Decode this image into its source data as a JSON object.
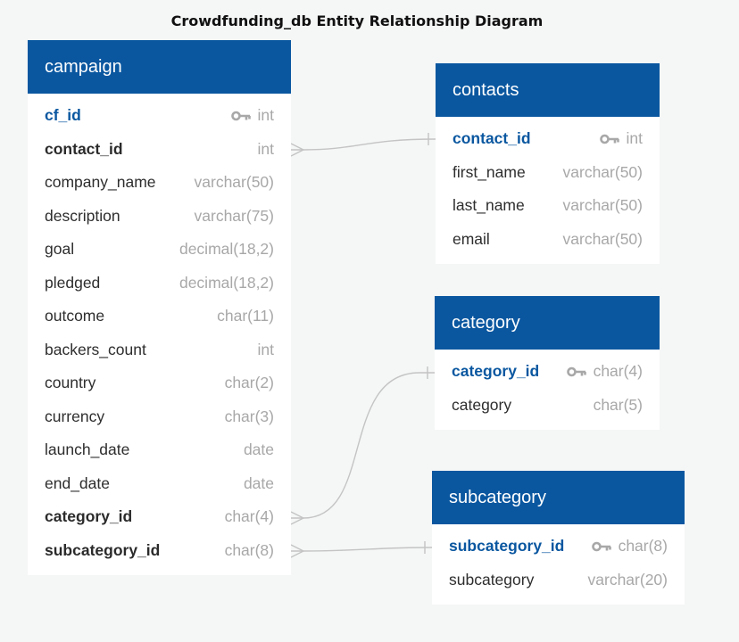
{
  "title": "Crowdfunding_db Entity Relationship Diagram",
  "colors": {
    "header": "#0a57a0",
    "primary_key": "#0a57a0",
    "type_text": "#a8a8a8",
    "connector": "#c4c4c4"
  },
  "icons": {
    "primary_key": "key-icon"
  },
  "tables": {
    "campaign": {
      "name": "campaign",
      "fields": [
        {
          "name": "cf_id",
          "type": "int",
          "key": "pk"
        },
        {
          "name": "contact_id",
          "type": "int",
          "key": "fk"
        },
        {
          "name": "company_name",
          "type": "varchar(50)",
          "key": ""
        },
        {
          "name": "description",
          "type": "varchar(75)",
          "key": ""
        },
        {
          "name": "goal",
          "type": "decimal(18,2)",
          "key": ""
        },
        {
          "name": "pledged",
          "type": "decimal(18,2)",
          "key": ""
        },
        {
          "name": "outcome",
          "type": "char(11)",
          "key": ""
        },
        {
          "name": "backers_count",
          "type": "int",
          "key": ""
        },
        {
          "name": "country",
          "type": "char(2)",
          "key": ""
        },
        {
          "name": "currency",
          "type": "char(3)",
          "key": ""
        },
        {
          "name": "launch_date",
          "type": "date",
          "key": ""
        },
        {
          "name": "end_date",
          "type": "date",
          "key": ""
        },
        {
          "name": "category_id",
          "type": "char(4)",
          "key": "fk"
        },
        {
          "name": "subcategory_id",
          "type": "char(8)",
          "key": "fk"
        }
      ]
    },
    "contacts": {
      "name": "contacts",
      "fields": [
        {
          "name": "contact_id",
          "type": "int",
          "key": "pk"
        },
        {
          "name": "first_name",
          "type": "varchar(50)",
          "key": ""
        },
        {
          "name": "last_name",
          "type": "varchar(50)",
          "key": ""
        },
        {
          "name": "email",
          "type": "varchar(50)",
          "key": ""
        }
      ]
    },
    "category": {
      "name": "category",
      "fields": [
        {
          "name": "category_id",
          "type": "char(4)",
          "key": "pk"
        },
        {
          "name": "category",
          "type": "char(5)",
          "key": ""
        }
      ]
    },
    "subcategory": {
      "name": "subcategory",
      "fields": [
        {
          "name": "subcategory_id",
          "type": "char(8)",
          "key": "pk"
        },
        {
          "name": "subcategory",
          "type": "varchar(20)",
          "key": ""
        }
      ]
    }
  },
  "relationships": [
    {
      "from": "campaign.contact_id",
      "to": "contacts.contact_id",
      "cardinality": "many-to-one"
    },
    {
      "from": "campaign.category_id",
      "to": "category.category_id",
      "cardinality": "many-to-one"
    },
    {
      "from": "campaign.subcategory_id",
      "to": "subcategory.subcategory_id",
      "cardinality": "many-to-one"
    }
  ]
}
